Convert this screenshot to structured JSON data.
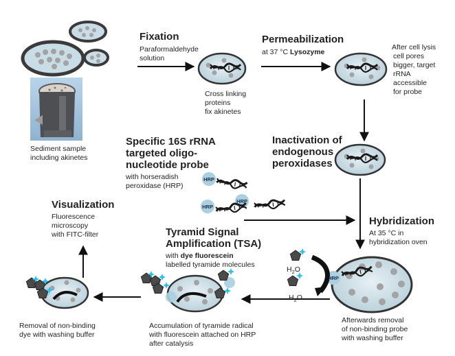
{
  "steps": {
    "sample": {
      "line1": "Sediment sample",
      "line2": "including akinetes"
    },
    "fixation": {
      "title": "Fixation",
      "line1": "Paraformaldehyde",
      "line2": "solution",
      "note1": "Cross linking",
      "note2": "proteins",
      "note3": "fix akinetes"
    },
    "permeabilization": {
      "title": "Permeabilization",
      "sub_pre": "at 37 °C ",
      "sub_bold": "Lysozyme",
      "note1": "After cell lysis",
      "note2": "cell pores",
      "note3": "bigger, target",
      "note4": "rRNA",
      "note5": "accessible",
      "note6": "for probe"
    },
    "probe": {
      "title1": "Specific 16S rRNA",
      "title2": "targeted oligo-",
      "title3": "nucleotide probe",
      "sub1": "with horseradish",
      "sub2": "peroxidase (HRP)"
    },
    "inactivation": {
      "title1": "Inactivation of",
      "title2": "endogenous",
      "title3": "peroxidases"
    },
    "hybridization": {
      "title": "Hybridization",
      "sub1": "At 35 °C in",
      "sub2": "hybridization oven",
      "note1": "Afterwards removal",
      "note2": "of non-binding probe",
      "note3": "with washing buffer"
    },
    "tsa": {
      "title1": "Tyramid Signal",
      "title2": "Amplification (TSA)",
      "sub_pre": "with ",
      "sub_bold": "dye fluorescein",
      "sub2": "labelled tyramide molecules",
      "note1": "Accumulation of tyramide radical",
      "note2": "with fluorescein attached on HRP",
      "note3": "after catalysis"
    },
    "visualization": {
      "title": "Visualization",
      "sub1": "Fluorescence",
      "sub2": "microscopy",
      "sub3": "with FITC-filter",
      "note1": "Removal of non-binding",
      "note2": "dye with washing buffer"
    }
  },
  "labels": {
    "hrp": "HRP",
    "h2o_a": "H",
    "h2o_sub": "2",
    "h2o_b": "O"
  },
  "colors": {
    "cell_fill": "#c8dde6",
    "cell_rim": "#3a3a3a",
    "granule": "#a3a3a3",
    "arrow": "#111111",
    "hrp": "#a9cfe0",
    "fluor": "#22c3ee",
    "pentagon": "#4a4a4a"
  },
  "icons": [
    "sediment-core-photo",
    "cell-icon",
    "rna-strand-icon",
    "hrp-probe-icon",
    "tyramide-icon"
  ]
}
